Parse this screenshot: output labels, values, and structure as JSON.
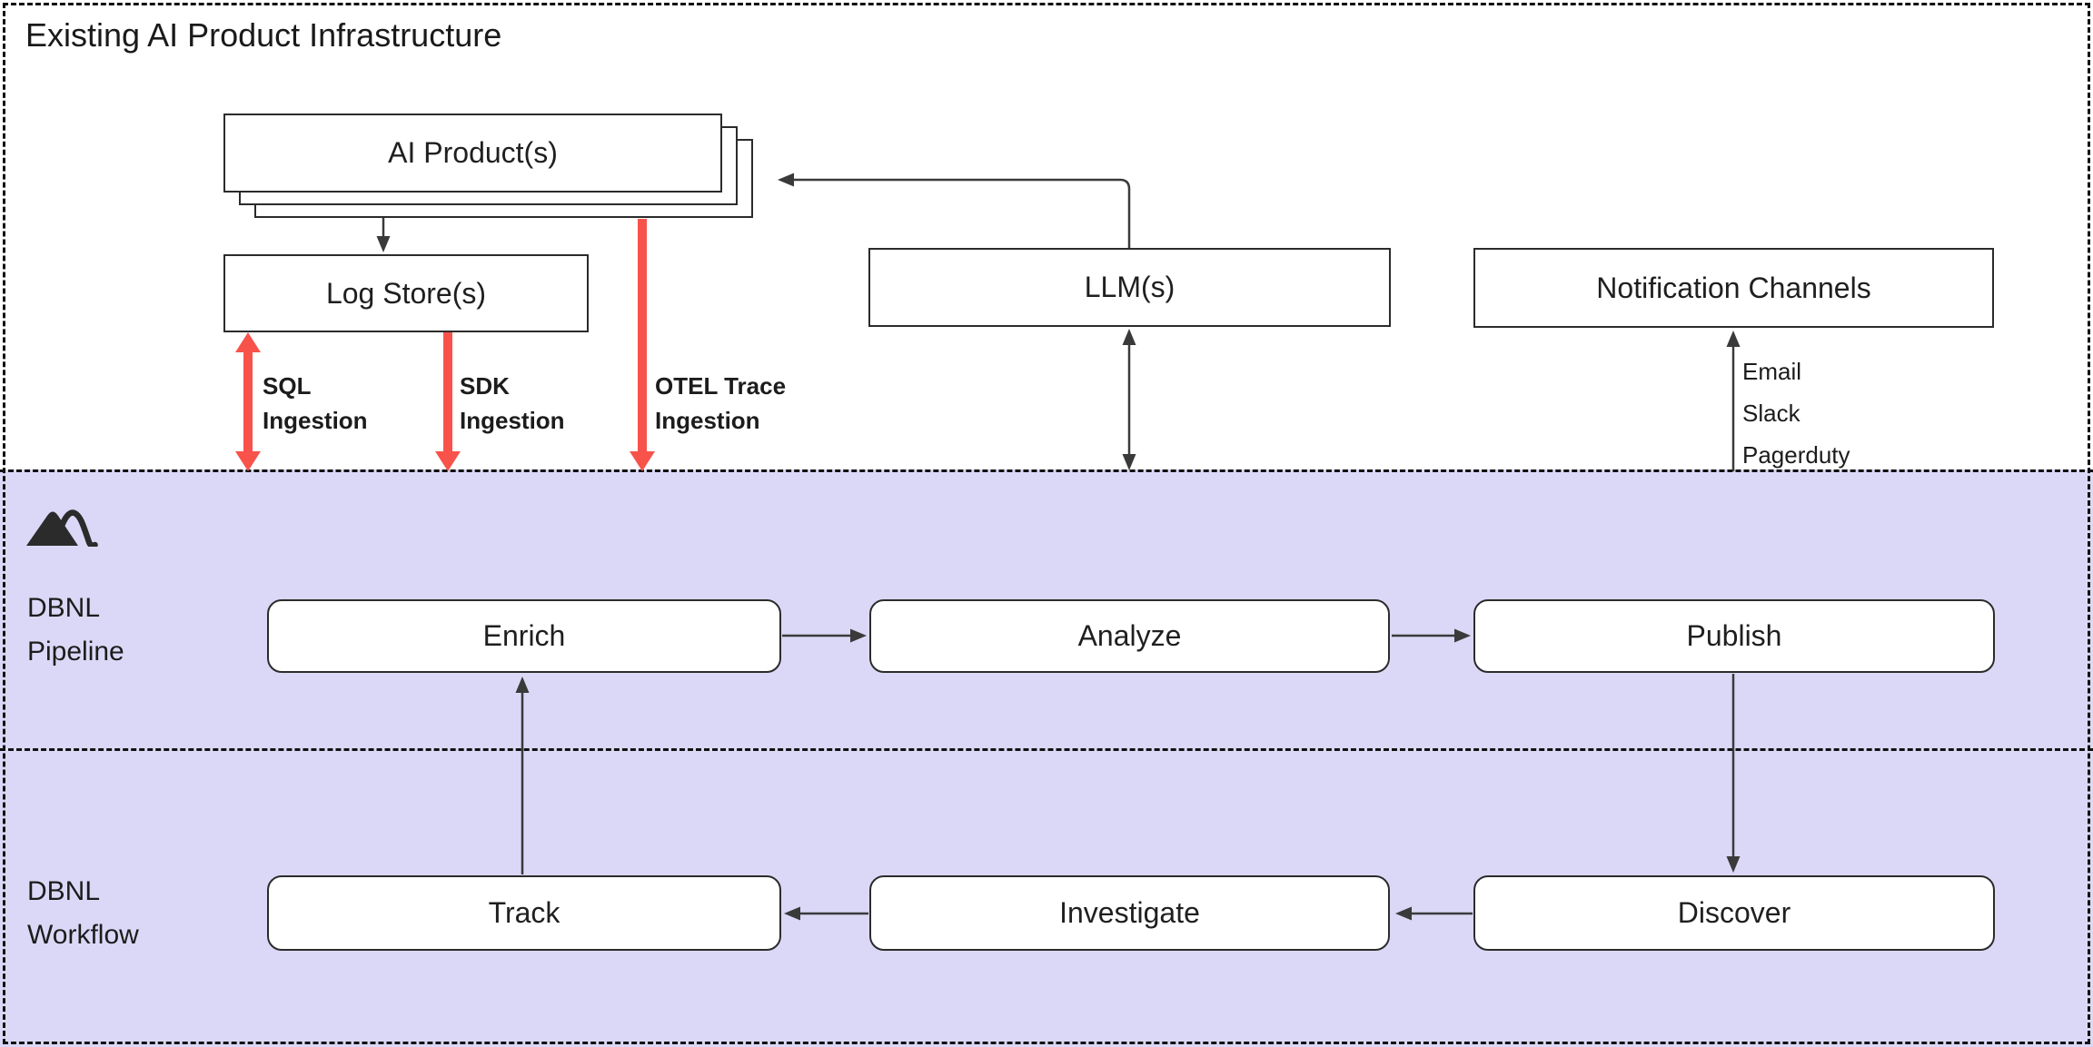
{
  "infrastructure": {
    "title": "Existing AI Product Infrastructure",
    "ai_product": "AI Product(s)",
    "log_store": "Log Store(s)",
    "llm": "LLM(s)",
    "notification": "Notification Channels",
    "ingestion": [
      {
        "line1": "SQL",
        "line2": "Ingestion"
      },
      {
        "line1": "SDK",
        "line2": "Ingestion"
      },
      {
        "line1": "OTEL Trace",
        "line2": "Ingestion"
      }
    ],
    "channels": {
      "line1": "Email",
      "line2": "Slack",
      "line3": "Pagerduty"
    }
  },
  "pipeline": {
    "label_line1": "DBNL",
    "label_line2": "Pipeline",
    "nodes": [
      {
        "label": "Enrich"
      },
      {
        "label": "Analyze"
      },
      {
        "label": "Publish"
      }
    ]
  },
  "workflow": {
    "label_line1": "DBNL",
    "label_line2": "Workflow",
    "nodes": [
      {
        "label": "Track"
      },
      {
        "label": "Investigate"
      },
      {
        "label": "Discover"
      }
    ]
  },
  "colors": {
    "ingestion_arrow_red": "#f8534b",
    "band_purple": "#dbd8f7",
    "connector_gray": "#3a3a3a",
    "border_dark": "#2b2b2b"
  }
}
